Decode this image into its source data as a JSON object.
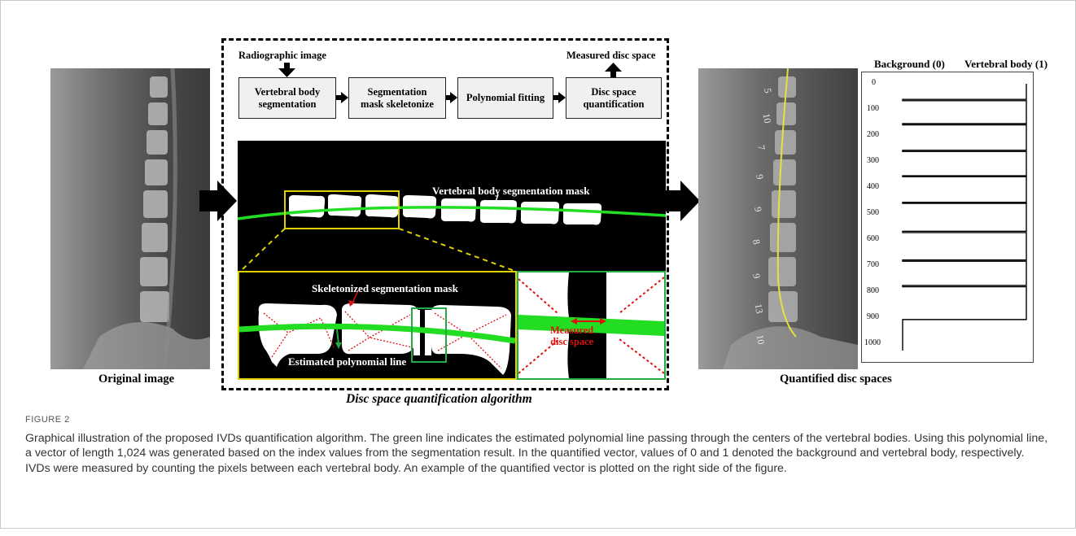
{
  "labels": {
    "original_image": "Original image",
    "quantified_disc_spaces": "Quantified disc spaces",
    "algorithm_title": "Disc space quantification algorithm",
    "radiographic_image": "Radiographic image",
    "measured_disc_space_top": "Measured disc space",
    "vertebral_mask": "Vertebral body segmentation mask",
    "skeletonized_mask": "Skeletonized segmentation mask",
    "estimated_line": "Estimated polynomial line",
    "measured_disc_space_zoom": "Measured\ndisc space"
  },
  "pipeline": [
    {
      "label": "Vertebral body\nsegmentation"
    },
    {
      "label": "Segmentation\nmask skeletonize"
    },
    {
      "label": "Polynomial fitting"
    },
    {
      "label": "Disc space\nquantification"
    }
  ],
  "xray_numbers": [
    "5",
    "10",
    "7",
    "9",
    "9",
    "8",
    "9",
    "13",
    "10"
  ],
  "plot": {
    "header_bg": "Background (0)",
    "header_vb": "Vertebral body (1)",
    "y_ticks": [
      "0",
      "100",
      "200",
      "300",
      "400",
      "500",
      "600",
      "700",
      "800",
      "900",
      "1000"
    ]
  },
  "chart_data": {
    "type": "line",
    "title": "",
    "categories": [
      "Background (0)",
      "Vertebral body (1)"
    ],
    "ylim": [
      0,
      1024
    ],
    "y_ticks": [
      0,
      100,
      200,
      300,
      400,
      500,
      600,
      700,
      800,
      900,
      1000
    ],
    "vertebral_body_segments": [
      [
        0,
        60
      ],
      [
        65,
        153
      ],
      [
        158,
        255
      ],
      [
        260,
        353
      ],
      [
        357,
        455
      ],
      [
        459,
        566
      ],
      [
        571,
        676
      ],
      [
        681,
        774
      ],
      [
        779,
        905
      ]
    ],
    "background_tail": [
      905,
      1024
    ]
  },
  "caption": {
    "figure_label": "FIGURE 2",
    "text": "Graphical illustration of the proposed IVDs quantification algorithm. The green line indicates the estimated polynomial line passing through the centers of the vertebral bodies. Using this polynomial line, a vector of length 1,024 was generated based on the index values from the segmentation result. In the quantified vector, values of 0 and 1 denoted the background and vertebral body, respectively. IVDs were measured by counting the pixels between each vertebral body. An example of the quantified vector is plotted on the right side of the figure."
  },
  "colors": {
    "green_line": "#22dd22",
    "yellow_box": "#e0d000",
    "green_box": "#22aa44",
    "red": "#dd1111"
  }
}
